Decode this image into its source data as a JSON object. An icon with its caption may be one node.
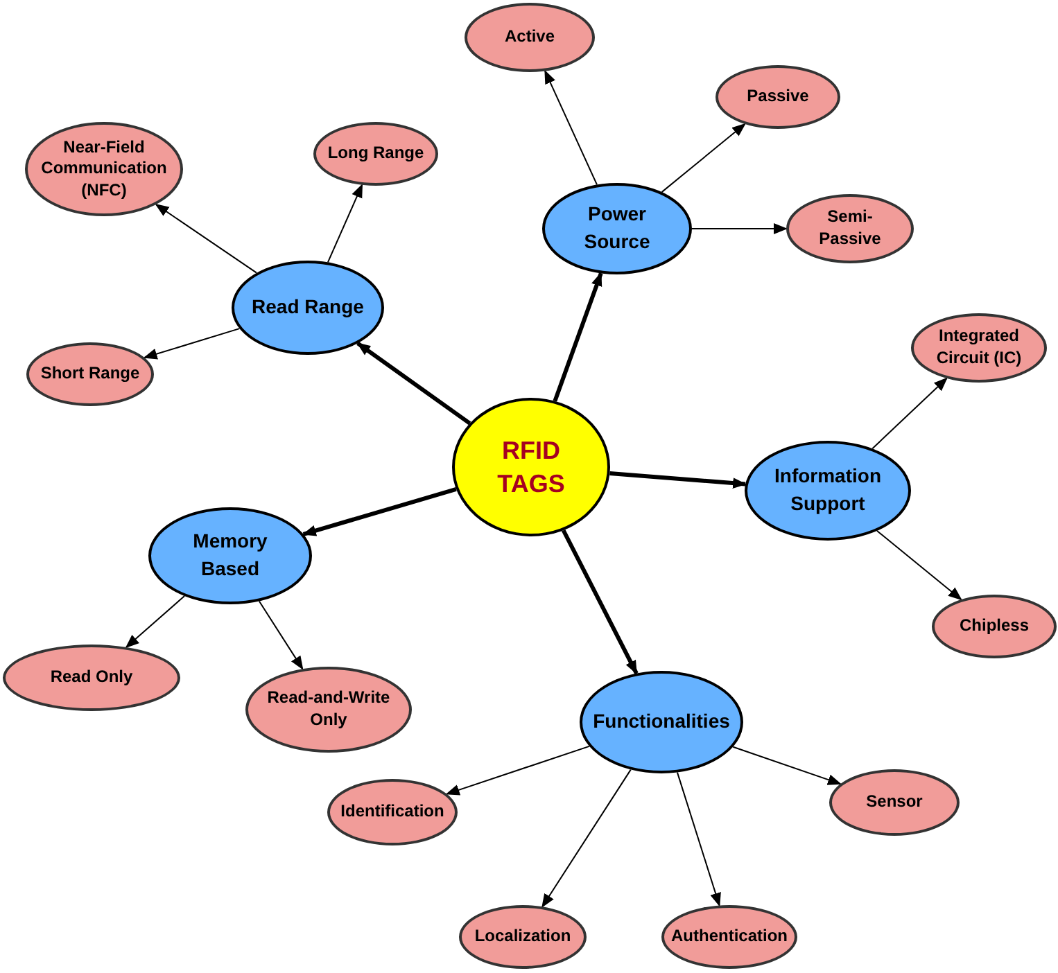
{
  "diagram": {
    "nodes": [
      {
        "text": [
          "RFID TAGS"
        ]
      },
      {
        "text": [
          "Power Source"
        ]
      },
      {
        "text": [
          "Active"
        ]
      },
      {
        "text": [
          "Passive"
        ]
      },
      {
        "text": [
          "Semi-Passive"
        ]
      },
      {
        "text": [
          "Read Range"
        ]
      },
      {
        "text": [
          "Near-Field Communication (NFC)"
        ]
      },
      {
        "text": [
          "Long Range"
        ]
      },
      {
        "text": [
          "Short Range"
        ]
      },
      {
        "text": [
          "Information Support"
        ]
      },
      {
        "text": [
          "Integrated Circuit (IC)"
        ]
      },
      {
        "text": [
          "Chipless"
        ]
      },
      {
        "text": [
          "Memory Based"
        ]
      },
      {
        "text": [
          "Read Only"
        ]
      },
      {
        "text": [
          "Read-and-Write Only"
        ]
      },
      {
        "text": [
          "Functionalities"
        ]
      },
      {
        "text": [
          "Identification"
        ]
      },
      {
        "text": [
          "Sensor"
        ]
      },
      {
        "text": [
          "Localization"
        ]
      },
      {
        "text": [
          "Authentication"
        ]
      }
    ],
    "edges": [
      {
        "from": 0,
        "to": 1,
        "arrow": "to",
        "style": "thick"
      },
      {
        "from": 1,
        "to": 2,
        "arrow": "to"
      },
      {
        "from": 1,
        "to": 3,
        "arrow": "to"
      },
      {
        "from": 1,
        "to": 4,
        "arrow": "to"
      },
      {
        "from": 0,
        "to": 5,
        "arrow": "to",
        "style": "thick"
      },
      {
        "from": 5,
        "to": 6,
        "arrow": "to"
      },
      {
        "from": 5,
        "to": 7,
        "arrow": "to"
      },
      {
        "from": 5,
        "to": 8,
        "arrow": "to"
      },
      {
        "from": 0,
        "to": 9,
        "arrow": "to",
        "style": "thick"
      },
      {
        "from": 9,
        "to": 10,
        "arrow": "to"
      },
      {
        "from": 9,
        "to": 11,
        "arrow": "to"
      },
      {
        "from": 0,
        "to": 12,
        "arrow": "to",
        "style": "thick"
      },
      {
        "from": 12,
        "to": 13,
        "arrow": "to"
      },
      {
        "from": 12,
        "to": 14,
        "arrow": "to"
      },
      {
        "from": 0,
        "to": 15,
        "arrow": "to",
        "style": "thick"
      },
      {
        "from": 15,
        "to": 16,
        "arrow": "to"
      },
      {
        "from": 15,
        "to": 17,
        "arrow": "to"
      },
      {
        "from": 15,
        "to": 18,
        "arrow": "to"
      },
      {
        "from": 15,
        "to": 19,
        "arrow": "to"
      }
    ]
  }
}
